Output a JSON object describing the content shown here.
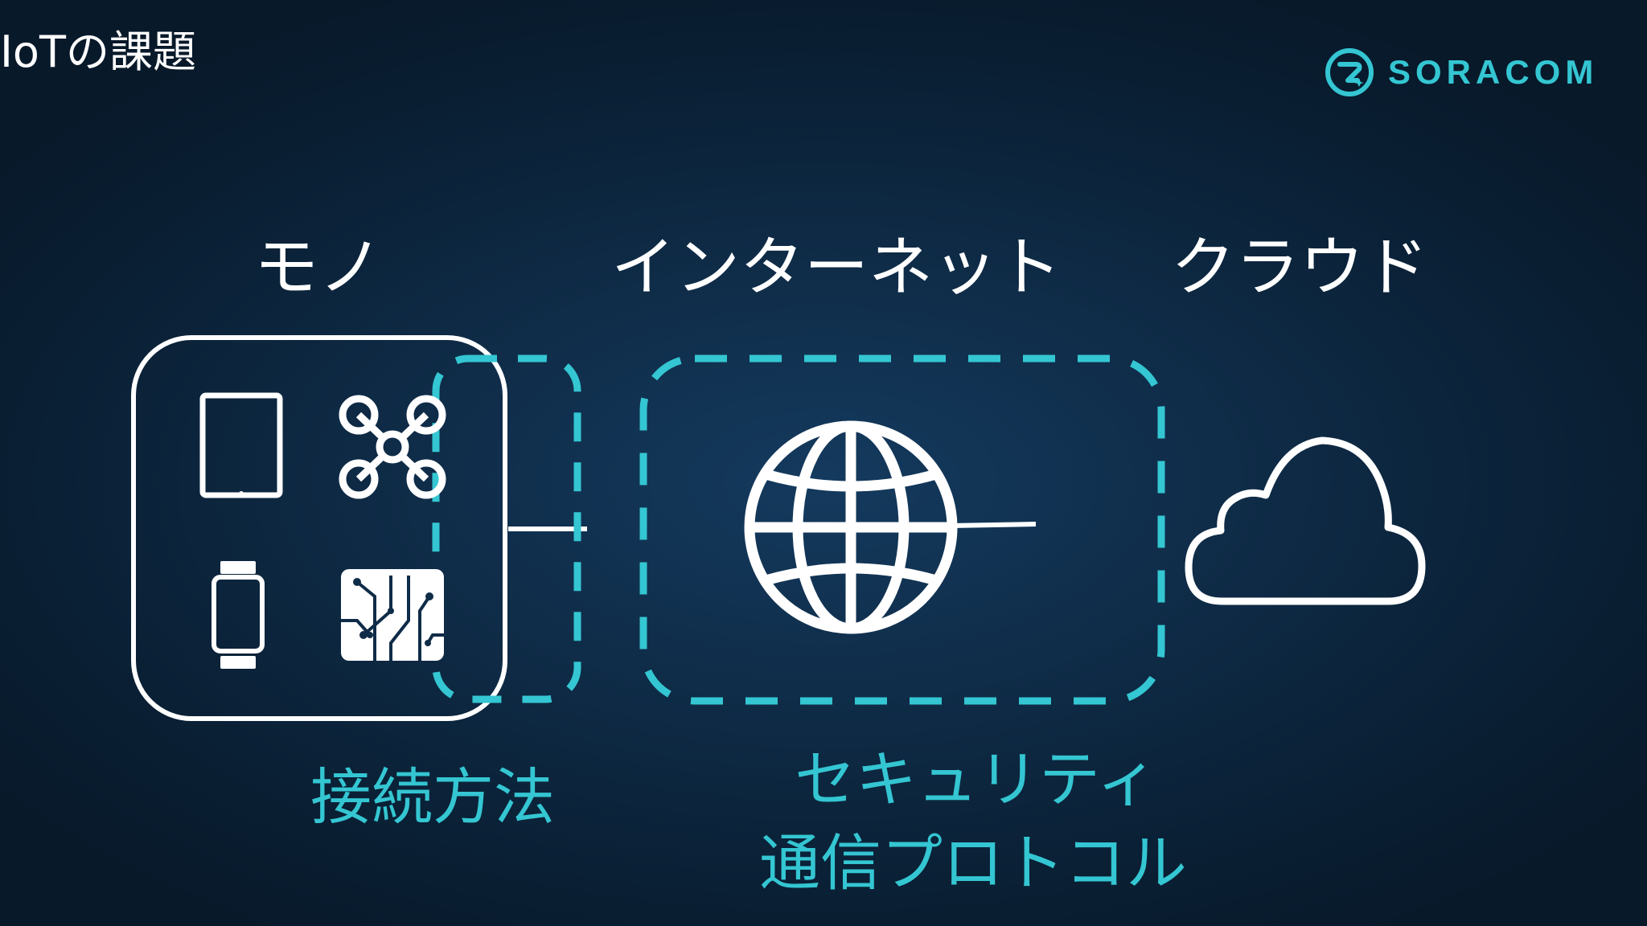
{
  "slide": {
    "title": "IoTの課題"
  },
  "logo": {
    "text": "SORACOM",
    "icon": "soracom-logo-icon",
    "color": "#34c6d2"
  },
  "headings": {
    "things": "モノ",
    "internet": "インターネット",
    "cloud": "クラウド"
  },
  "captions": {
    "connection": "接続方法",
    "security": "セキュリティ",
    "protocol": "通信プロトコル"
  },
  "icons": {
    "things": [
      "tablet-icon",
      "drone-icon",
      "smartwatch-icon",
      "circuit-chip-icon"
    ],
    "internet": "globe-icon",
    "cloud": "cloud-icon"
  },
  "colors": {
    "accent": "#34c6d2",
    "foreground": "#ffffff",
    "background": "#0f2c48"
  }
}
